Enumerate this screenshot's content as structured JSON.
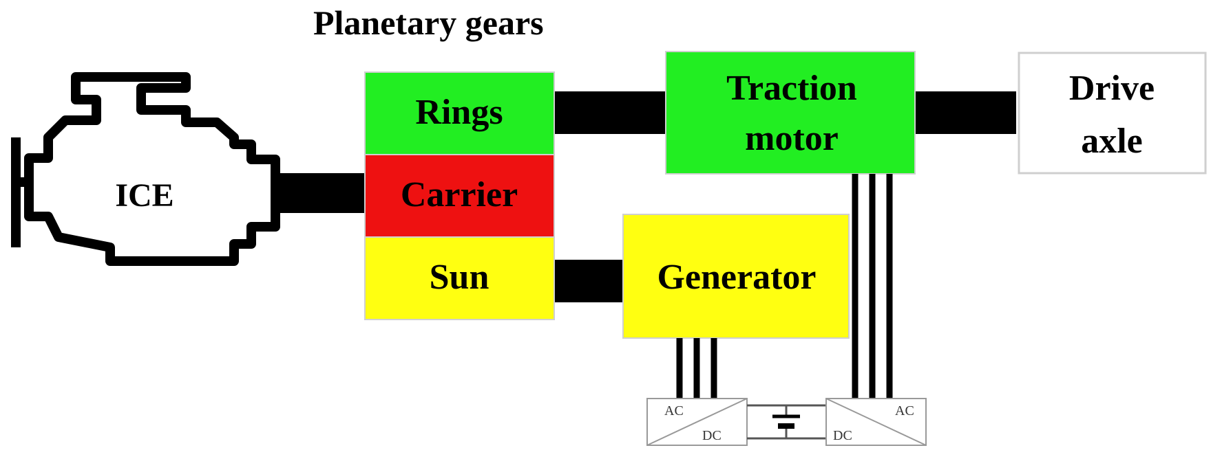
{
  "diagram": {
    "title": "Planetary gears",
    "ice": {
      "label": "ICE"
    },
    "planetary": {
      "rings": {
        "label": "Rings",
        "color": "#22ee22"
      },
      "carrier": {
        "label": "Carrier",
        "color": "#ee1111"
      },
      "sun": {
        "label": "Sun",
        "color": "#ffff11"
      }
    },
    "traction_motor": {
      "line1": "Traction",
      "line2": "motor",
      "color": "#22ee22"
    },
    "generator": {
      "label": "Generator",
      "color": "#ffff11"
    },
    "drive_axle": {
      "line1": "Drive",
      "line2": "axle"
    },
    "inverter_left": {
      "ac": "AC",
      "dc": "DC"
    },
    "inverter_right": {
      "ac": "AC",
      "dc": "DC"
    }
  },
  "colors": {
    "shaft": "#000000",
    "box_border": "#cfcfcf",
    "inverter_border": "#999999"
  }
}
